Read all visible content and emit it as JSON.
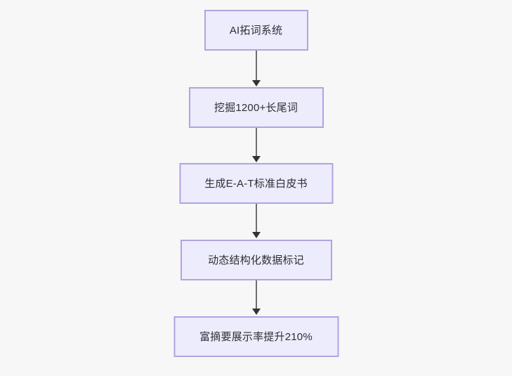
{
  "diagram": {
    "type": "flowchart",
    "direction": "top-to-bottom",
    "background_color": "#f7f7f7",
    "node_fill_color": "#ececfc",
    "node_border_color": "#b3a2e0",
    "connector_color": "#6e6e6e",
    "arrowhead_color": "#333333",
    "text_color": "#2e2e35",
    "nodes": [
      {
        "id": "n0",
        "label": "AI拓词系统"
      },
      {
        "id": "n1",
        "label": "挖掘1200+长尾词"
      },
      {
        "id": "n2",
        "label": "生成E-A-T标准白皮书"
      },
      {
        "id": "n3",
        "label": "动态结构化数据标记"
      },
      {
        "id": "n4",
        "label": "富摘要展示率提升210%"
      }
    ],
    "edges": [
      {
        "id": "e0",
        "from": "n0",
        "to": "n1",
        "label": ""
      },
      {
        "id": "e1",
        "from": "n1",
        "to": "n2",
        "label": ""
      },
      {
        "id": "e2",
        "from": "n2",
        "to": "n3",
        "label": ""
      },
      {
        "id": "e3",
        "from": "n3",
        "to": "n4",
        "label": ""
      }
    ]
  }
}
